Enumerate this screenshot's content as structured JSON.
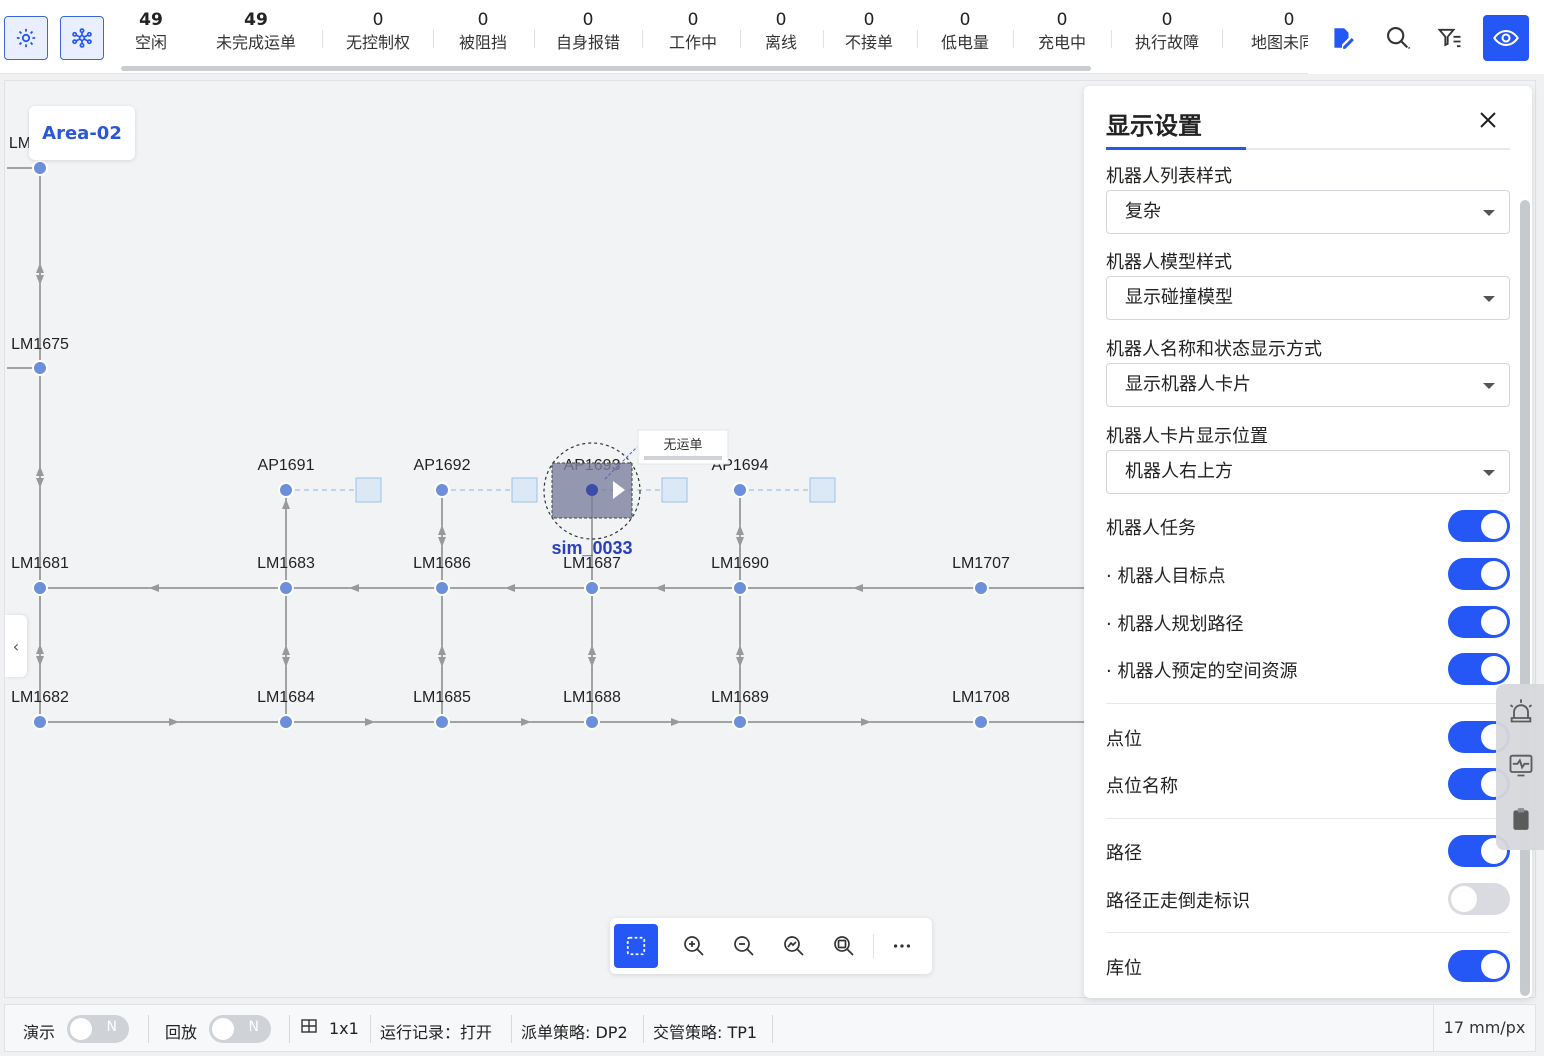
{
  "top_stats": [
    {
      "value": "49",
      "label": "空闲"
    },
    {
      "value": "49",
      "label": "未完成运单"
    },
    {
      "value": "0",
      "label": "无控制权"
    },
    {
      "value": "0",
      "label": "被阻挡"
    },
    {
      "value": "0",
      "label": "自身报错"
    },
    {
      "value": "0",
      "label": "工作中"
    },
    {
      "value": "0",
      "label": "离线"
    },
    {
      "value": "0",
      "label": "不接单"
    },
    {
      "value": "0",
      "label": "低电量"
    },
    {
      "value": "0",
      "label": "充电中"
    },
    {
      "value": "0",
      "label": "执行故障"
    },
    {
      "value": "0",
      "label": "地图未同"
    }
  ],
  "map": {
    "area_label": "Area-02",
    "robot_name": "sim_0033",
    "robot_card": "无运单",
    "nodes": {
      "lm_top_partial": "LM",
      "lm1675": "LM1675",
      "ap1691": "AP1691",
      "ap1692": "AP1692",
      "ap1693": "AP1693",
      "ap1694": "AP1694",
      "lm1681": "LM1681",
      "lm1683": "LM1683",
      "lm1686": "LM1686",
      "lm1687": "LM1687",
      "lm1690": "LM1690",
      "lm1707": "LM1707",
      "lm1682": "LM1682",
      "lm1684": "LM1684",
      "lm1685": "LM1685",
      "lm1688": "LM1688",
      "lm1689": "LM1689",
      "lm1708": "LM1708"
    }
  },
  "panel": {
    "title": "显示设置",
    "selects": [
      {
        "label": "机器人列表样式",
        "value": "复杂"
      },
      {
        "label": "机器人模型样式",
        "value": "显示碰撞模型"
      },
      {
        "label": "机器人名称和状态显示方式",
        "value": "显示机器人卡片"
      },
      {
        "label": "机器人卡片显示位置",
        "value": "机器人右上方"
      }
    ],
    "toggles": [
      {
        "label": "机器人任务",
        "on": true
      },
      {
        "label": "· 机器人目标点",
        "on": true
      },
      {
        "label": "· 机器人规划路径",
        "on": true
      },
      {
        "label": "· 机器人预定的空间资源",
        "on": true
      },
      {
        "label": "点位",
        "on": true
      },
      {
        "label": "点位名称",
        "on": true
      },
      {
        "label": "路径",
        "on": true
      },
      {
        "label": "路径正走倒走标识",
        "on": false
      },
      {
        "label": "库位",
        "on": true
      }
    ]
  },
  "statusbar": {
    "demo_label": "演示",
    "demo_switch": "N",
    "replay_label": "回放",
    "replay_switch": "N",
    "grid": "1x1",
    "run_log": "运行记录：打开",
    "dispatch": "派单策略: DP2",
    "traffic": "交管策略: TP1",
    "scale": "17 mm/px"
  },
  "colors": {
    "accent": "#2457f5",
    "node": "#6b8fd8",
    "path": "#888888",
    "robot_label": "#2a3fbf"
  }
}
